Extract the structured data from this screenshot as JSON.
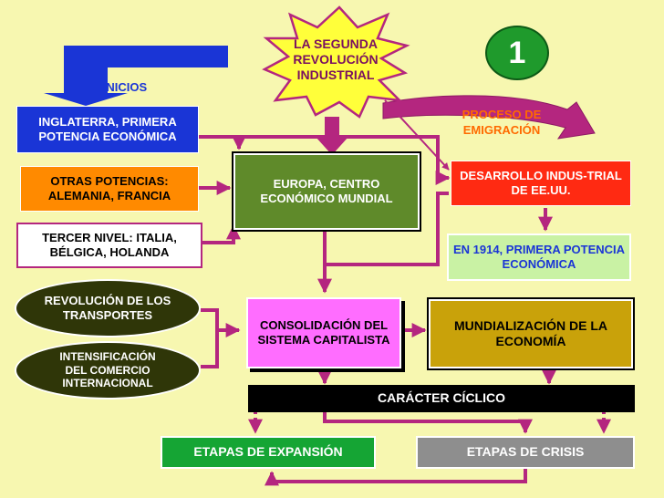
{
  "title": "LA SEGUNDA REVOLUCIÓN INDUSTRIAL",
  "badge": "1",
  "inicios": "INICIOS",
  "inglaterra": "INGLATERRA, PRIMERA POTENCIA ECONÓMICA",
  "otras_potencias": "OTRAS POTENCIAS: ALEMANIA, FRANCIA",
  "tercer_nivel": "TERCER NIVEL: ITALIA, BÉLGICA, HOLANDA",
  "europa": "EUROPA, CENTRO ECONÓMICO MUNDIAL",
  "proceso_emigracion": "PROCESO DE EMIGRACIÓN",
  "desarrollo_eeuu": "DESARROLLO INDUS-TRIAL DE EE.UU.",
  "eeuu_1914": "EN 1914, PRIMERA POTENCIA ECONÓMICA",
  "revolucion_transportes": "REVOLUCIÓN DE LOS TRANSPORTES",
  "intensificacion_comercio": "INTENSIFICACIÓN DEL COMERCIO INTERNACIONAL",
  "consolidacion": "CONSOLIDACIÓN DEL SISTEMA CAPITALISTA",
  "mundializacion": "MUNDIALIZACIÓN DE LA ECONOMÍA",
  "caracter_ciclico": "CARÁCTER CÍCLICO",
  "etapas_expansion": "ETAPAS DE EXPANSIÓN",
  "etapas_crisis": "ETAPAS DE CRISIS",
  "colors": {
    "background": "#f7f7b0",
    "link": "#b4267f",
    "star": "#ffff3a",
    "badge": "#1f9a2c",
    "blue": "#1a35d6",
    "orange": "#ff8a00",
    "europe_green": "#5f8a2a",
    "red": "#ff2a12",
    "light_green": "#c9f2a4",
    "olive_dark": "#2f3608",
    "pink": "#ff6dff",
    "mustard": "#c9a20a",
    "black": "#000000",
    "green": "#15a534",
    "grey": "#8e8e8e",
    "emigration": "#ff6a00"
  }
}
